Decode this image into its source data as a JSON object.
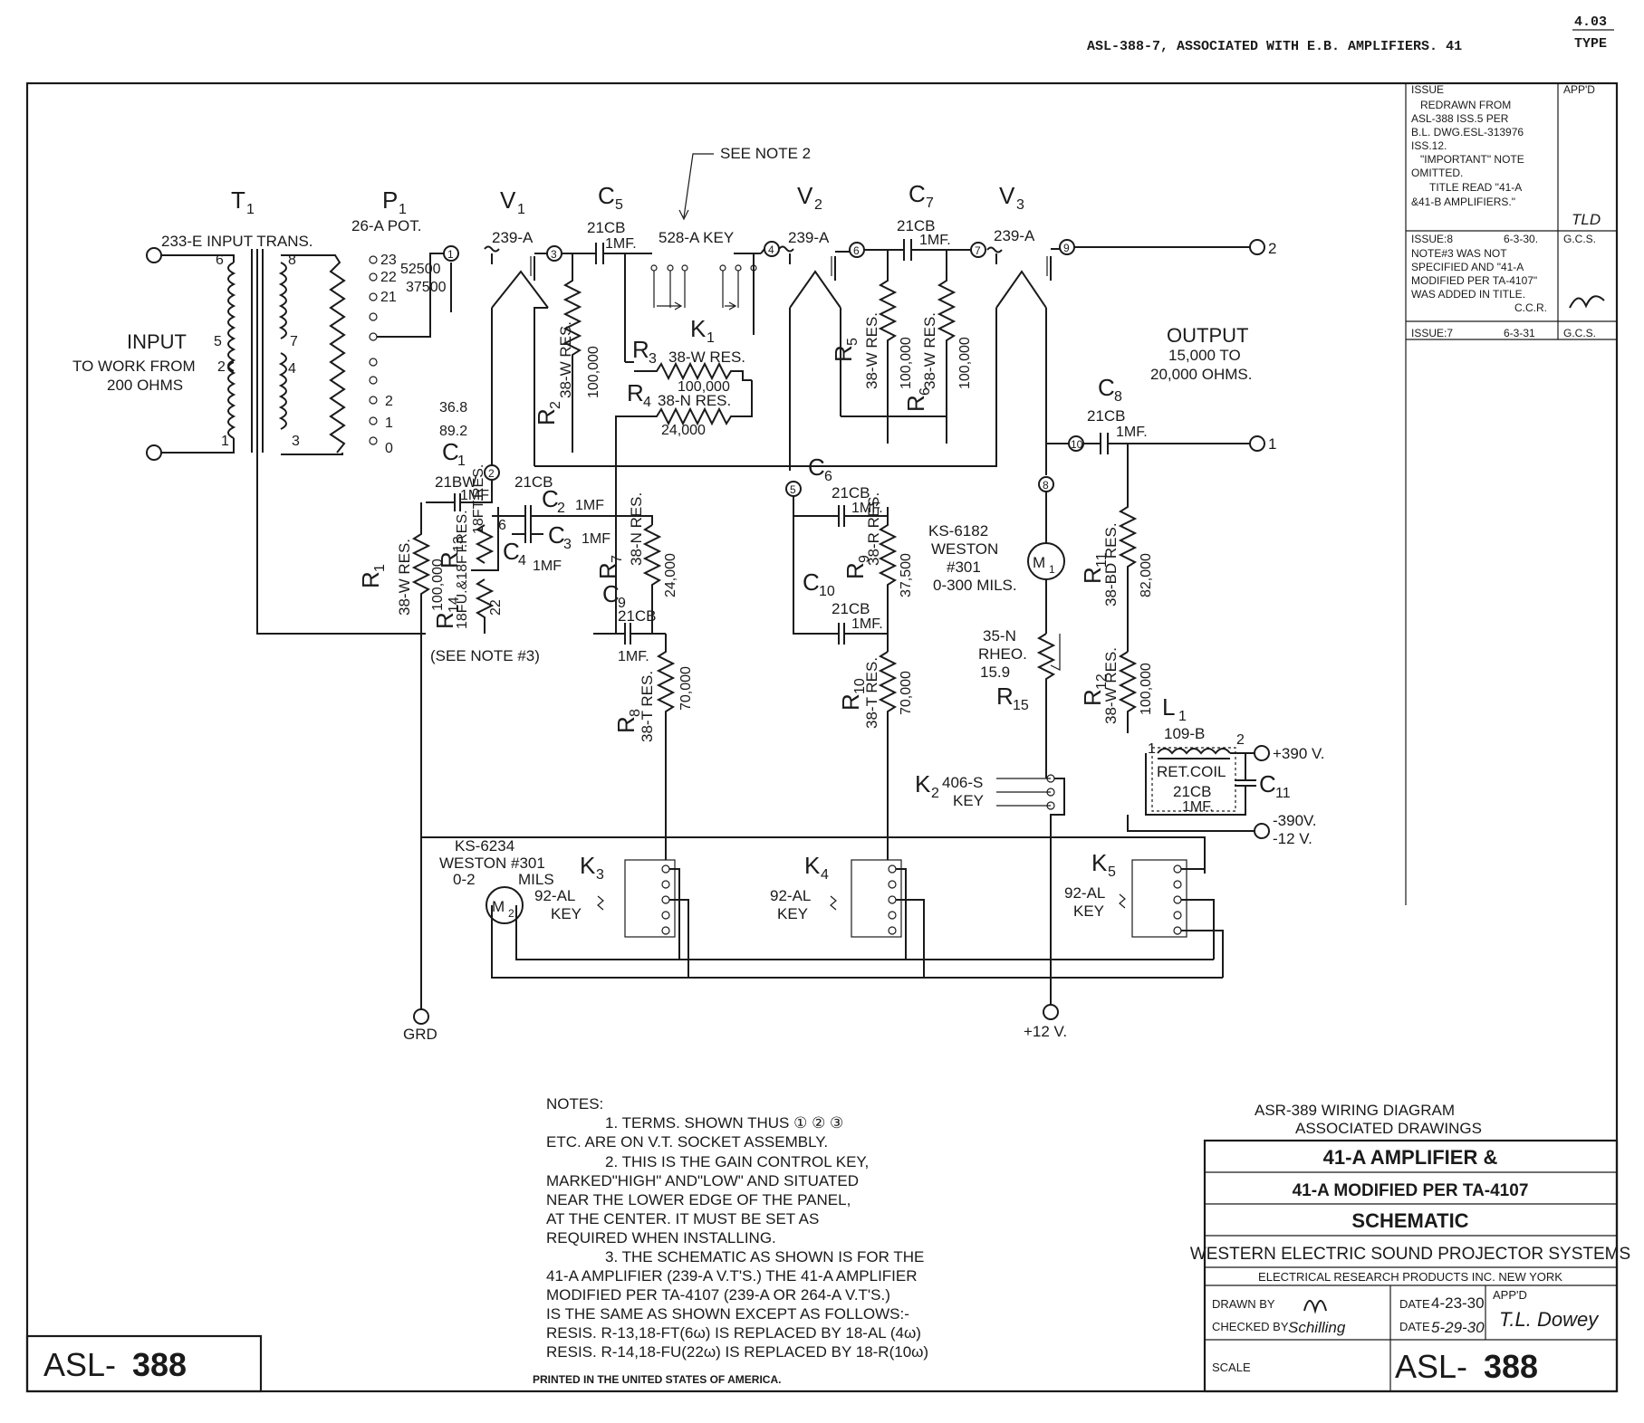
{
  "header": {
    "title": "ASL-388-7, ASSOCIATED WITH E.B. AMPLIFIERS. 41",
    "page_ref": "4.03",
    "page_type": "TYPE"
  },
  "revisions": {
    "issue_label": "ISSUE",
    "appd_label": "APP'D",
    "rev1_lines": [
      "REDRAWN FROM",
      "ASL-388 ISS.5 PER",
      "B.L. DWG.ESL-313976",
      "ISS.12.",
      "\"IMPORTANT\" NOTE",
      "OMITTED.",
      "TITLE READ \"41-A",
      "&41-B AMPLIFIERS.\""
    ],
    "rev1_appd": "TLD",
    "rev2_issue": "ISSUE:8",
    "rev2_date": "6-3-30.",
    "rev2_appd": "G.C.S.",
    "rev2_lines": [
      "NOTE#3 WAS NOT",
      "SPECIFIED AND \"41-A",
      "MODIFIED PER TA-4107\"",
      "WAS ADDED IN TITLE.",
      "C.C.R."
    ],
    "rev3_issue": "ISSUE:7",
    "rev3_date": "6-3-31",
    "rev3_appd": "G.C.S."
  },
  "components": {
    "t1": "T",
    "t1_sub": "1",
    "p1": "P",
    "p1_sub": "1",
    "v1": "V",
    "v1_sub": "1",
    "v2": "V",
    "v2_sub": "2",
    "v3": "V",
    "v3_sub": "3",
    "c5": "C",
    "c5_sub": "5",
    "c7": "C",
    "c7_sub": "7",
    "see_note2": "SEE NOTE 2",
    "input_trans": "233-E INPUT TRANS.",
    "pot": "26-A POT.",
    "tube_a": "239-A",
    "tube_b": "239-A",
    "tube_c": "239-A",
    "c5_val": "21CB",
    "c5_mf": "1MF.",
    "key528": "528-A KEY",
    "c7_val": "21CB",
    "c7_mf": "1MF.",
    "pot_taps": [
      "23",
      "22",
      "21"
    ],
    "pot_vals": [
      "52500",
      "37500"
    ],
    "pot_low": [
      "2",
      "1",
      "0"
    ],
    "pot_db": [
      "36.8",
      "89.2"
    ],
    "trans_pins_left": [
      "6",
      "5",
      "2",
      "1"
    ],
    "trans_pins_right": [
      "8",
      "7",
      "4",
      "3"
    ],
    "input_title": "INPUT",
    "input_sub1": "TO WORK FROM",
    "input_sub2": "200 OHMS",
    "output_title": "OUTPUT",
    "output_sub1": "15,000 TO",
    "output_sub2": "20,000 OHMS.",
    "term_2": "2",
    "term_1": "1",
    "k1": "K",
    "k1_sub": "1",
    "r3": "R",
    "r3_sub": "3",
    "r3_desc": "38-W RES.",
    "r3_val": "100,000",
    "r4": "R",
    "r4_sub": "4",
    "r4_desc": "38-N RES.",
    "r4_val": "24,000",
    "r2": "R",
    "r2_sub": "2",
    "r2_desc": "38-W RES.",
    "r2_val": "100,000",
    "r5": "R",
    "r5_sub": "5",
    "r5_desc": "38-W RES.",
    "r5_val": "100,000",
    "r6": "R",
    "r6_sub": "6",
    "r6_desc": "38-W RES.",
    "r6_val": "100,000",
    "c1": "C",
    "c1_sub": "1",
    "c1_val": "21BW",
    "c1_mf": "1MF",
    "c2": "C",
    "c2_sub": "2",
    "c2_val": "21CB",
    "c2_mf": "1MF",
    "c3": "C",
    "c3_sub": "3",
    "c3_mf": "1MF",
    "c4": "C",
    "c4_sub": "4",
    "c4_mf": "1MF",
    "c6": "C",
    "c6_sub": "6",
    "c6_val": "21CB",
    "c6_mf": "1MF.",
    "c8": "C",
    "c8_sub": "8",
    "c8_val": "21CB",
    "c8_mf": "1MF.",
    "c9": "C",
    "c9_sub": "9",
    "c9_val": "21CB",
    "c9_mf": "1MF.",
    "c10": "C",
    "c10_sub": "10",
    "c10_val": "21CB",
    "c10_mf": "1MF.",
    "c11": "C",
    "c11_sub": "11",
    "c11_val": "21CB",
    "c11_mf": "1MF.",
    "r1": "R",
    "r1_sub": "1",
    "r1_desc": "38-W RES.",
    "r1_val": "100,000",
    "r13": "R",
    "r13_sub": "13",
    "r13_desc": "18FT.RES.",
    "r13_val": "6",
    "r14": "R",
    "r14_sub": "14",
    "r14_desc": "18FU.&18FT.RES.",
    "r14_val": "22",
    "r7": "R",
    "r7_sub": "7",
    "r7_desc": "38-N RES.",
    "r7_val": "24,000",
    "r8": "R",
    "r8_sub": "8",
    "r8_desc": "38-T RES.",
    "r8_val": "70,000",
    "r9": "R",
    "r9_sub": "9",
    "r9_desc": "38-R RES.",
    "r9_val": "37,500",
    "r10": "R",
    "r10_sub": "10",
    "r10_desc": "38-T RES.",
    "r10_val": "70,000",
    "r11": "R",
    "r11_sub": "11",
    "r11_desc": "38-BD RES.",
    "r11_val": "82,000",
    "r12": "R",
    "r12_sub": "12",
    "r12_desc": "38-W RES.",
    "r12_val": "100,000",
    "r15": "R",
    "r15_sub": "15",
    "rheo1": "35-N",
    "rheo2": "RHEO.",
    "rheo3": "15.9",
    "m1": "M",
    "m1_sub": "1",
    "m1_desc1": "KS-6182",
    "m1_desc2": "WESTON",
    "m1_desc3": "#301",
    "m1_desc4": "0-300 MILS.",
    "m2": "M",
    "m2_sub": "2",
    "m2_desc1": "KS-6234",
    "m2_desc2": "WESTON #301",
    "m2_desc3": "0-2",
    "m2_desc4": "MILS",
    "see_note3": "(SEE NOTE #3)",
    "l1": "L",
    "l1_sub": "1",
    "l1_type": "109-B",
    "l1_desc": "RET.COIL",
    "k2": "K",
    "k2_sub": "2",
    "k2_type": "406-S",
    "k2_key": "KEY",
    "k3": "K",
    "k3_sub": "3",
    "k4": "K",
    "k4_sub": "4",
    "k5": "K",
    "k5_sub": "5",
    "key92": "92-AL",
    "key_word": "KEY",
    "plus390": "+390 V.",
    "minus390": "-390V.",
    "minus12": "-12 V.",
    "plus12": "+12 V.",
    "grd": "GRD",
    "coil_pins": [
      "1",
      "2"
    ],
    "terminals": [
      "1",
      "2",
      "3",
      "4",
      "5",
      "6",
      "7",
      "8",
      "9",
      "10"
    ]
  },
  "notes": {
    "title": "NOTES:",
    "lines": [
      "1. TERMS. SHOWN THUS ① ② ③",
      "ETC. ARE ON V.T. SOCKET ASSEMBLY.",
      "2. THIS IS THE GAIN CONTROL KEY,",
      "MARKED\"HIGH\" AND\"LOW\" AND SITUATED",
      "NEAR THE LOWER EDGE OF THE PANEL,",
      "AT THE CENTER. IT MUST BE SET AS",
      "REQUIRED WHEN INSTALLING.",
      "3. THE SCHEMATIC AS SHOWN IS FOR THE",
      "41-A AMPLIFIER (239-A V.T'S.) THE 41-A AMPLIFIER",
      "MODIFIED PER TA-4107 (239-A OR 264-A V.T'S.)",
      "IS THE SAME AS SHOWN EXCEPT AS FOLLOWS:-",
      "RESIS. R-13,18-FT(6ω) IS REPLACED BY 18-AL (4ω)",
      "RESIS. R-14,18-FU(22ω) IS REPLACED BY 18-R(10ω)"
    ],
    "printed": "PRINTED IN THE UNITED STATES OF AMERICA."
  },
  "title_block": {
    "assoc1": "ASR-389 WIRING DIAGRAM",
    "assoc2": "ASSOCIATED DRAWINGS",
    "line1": "41-A AMPLIFIER &",
    "line2": "41-A MODIFIED PER TA-4107",
    "line3": "SCHEMATIC",
    "line4": "WESTERN ELECTRIC SOUND PROJECTOR SYSTEMS",
    "line5": "ELECTRICAL RESEARCH PRODUCTS INC. NEW YORK",
    "drawn_by": "DRAWN BY",
    "checked_by": "CHECKED BY",
    "checked_sig": "Schilling",
    "date_label": "DATE",
    "date1": "4-23-30",
    "date2": "5-29-30",
    "appd": "APP'D",
    "appd_sig": "T.L. Dowey",
    "scale": "SCALE",
    "number_prefix": "ASL-",
    "number": "388"
  },
  "corner": {
    "prefix": "ASL-",
    "number": "388"
  }
}
